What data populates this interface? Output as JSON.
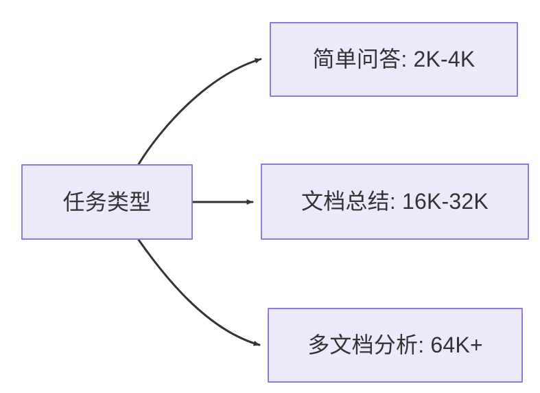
{
  "diagram": {
    "type": "flowchart",
    "direction": "left-to-right",
    "background_color": "#ffffff",
    "node_fill_color": "#ece9fb",
    "node_border_color": "#9575e0",
    "node_text_color": "#333333",
    "edge_color": "#333333",
    "nodes": [
      {
        "id": "source",
        "label": "任务类型",
        "role": "root"
      },
      {
        "id": "simple",
        "label": "简单问答: 2K-4K",
        "role": "leaf"
      },
      {
        "id": "summary",
        "label": "文档总结: 16K-32K",
        "role": "leaf"
      },
      {
        "id": "multidoc",
        "label": "多文档分析: 64K+",
        "role": "leaf"
      }
    ],
    "edges": [
      {
        "id": "edge-source-simple",
        "from": "source",
        "to": "simple",
        "label": "",
        "style": "curved",
        "arrow": "arrowhead-icon"
      },
      {
        "id": "edge-source-summary",
        "from": "source",
        "to": "summary",
        "label": "",
        "style": "straight",
        "arrow": "arrowhead-icon"
      },
      {
        "id": "edge-source-multidoc",
        "from": "source",
        "to": "multidoc",
        "label": "",
        "style": "curved",
        "arrow": "arrowhead-icon"
      }
    ]
  }
}
